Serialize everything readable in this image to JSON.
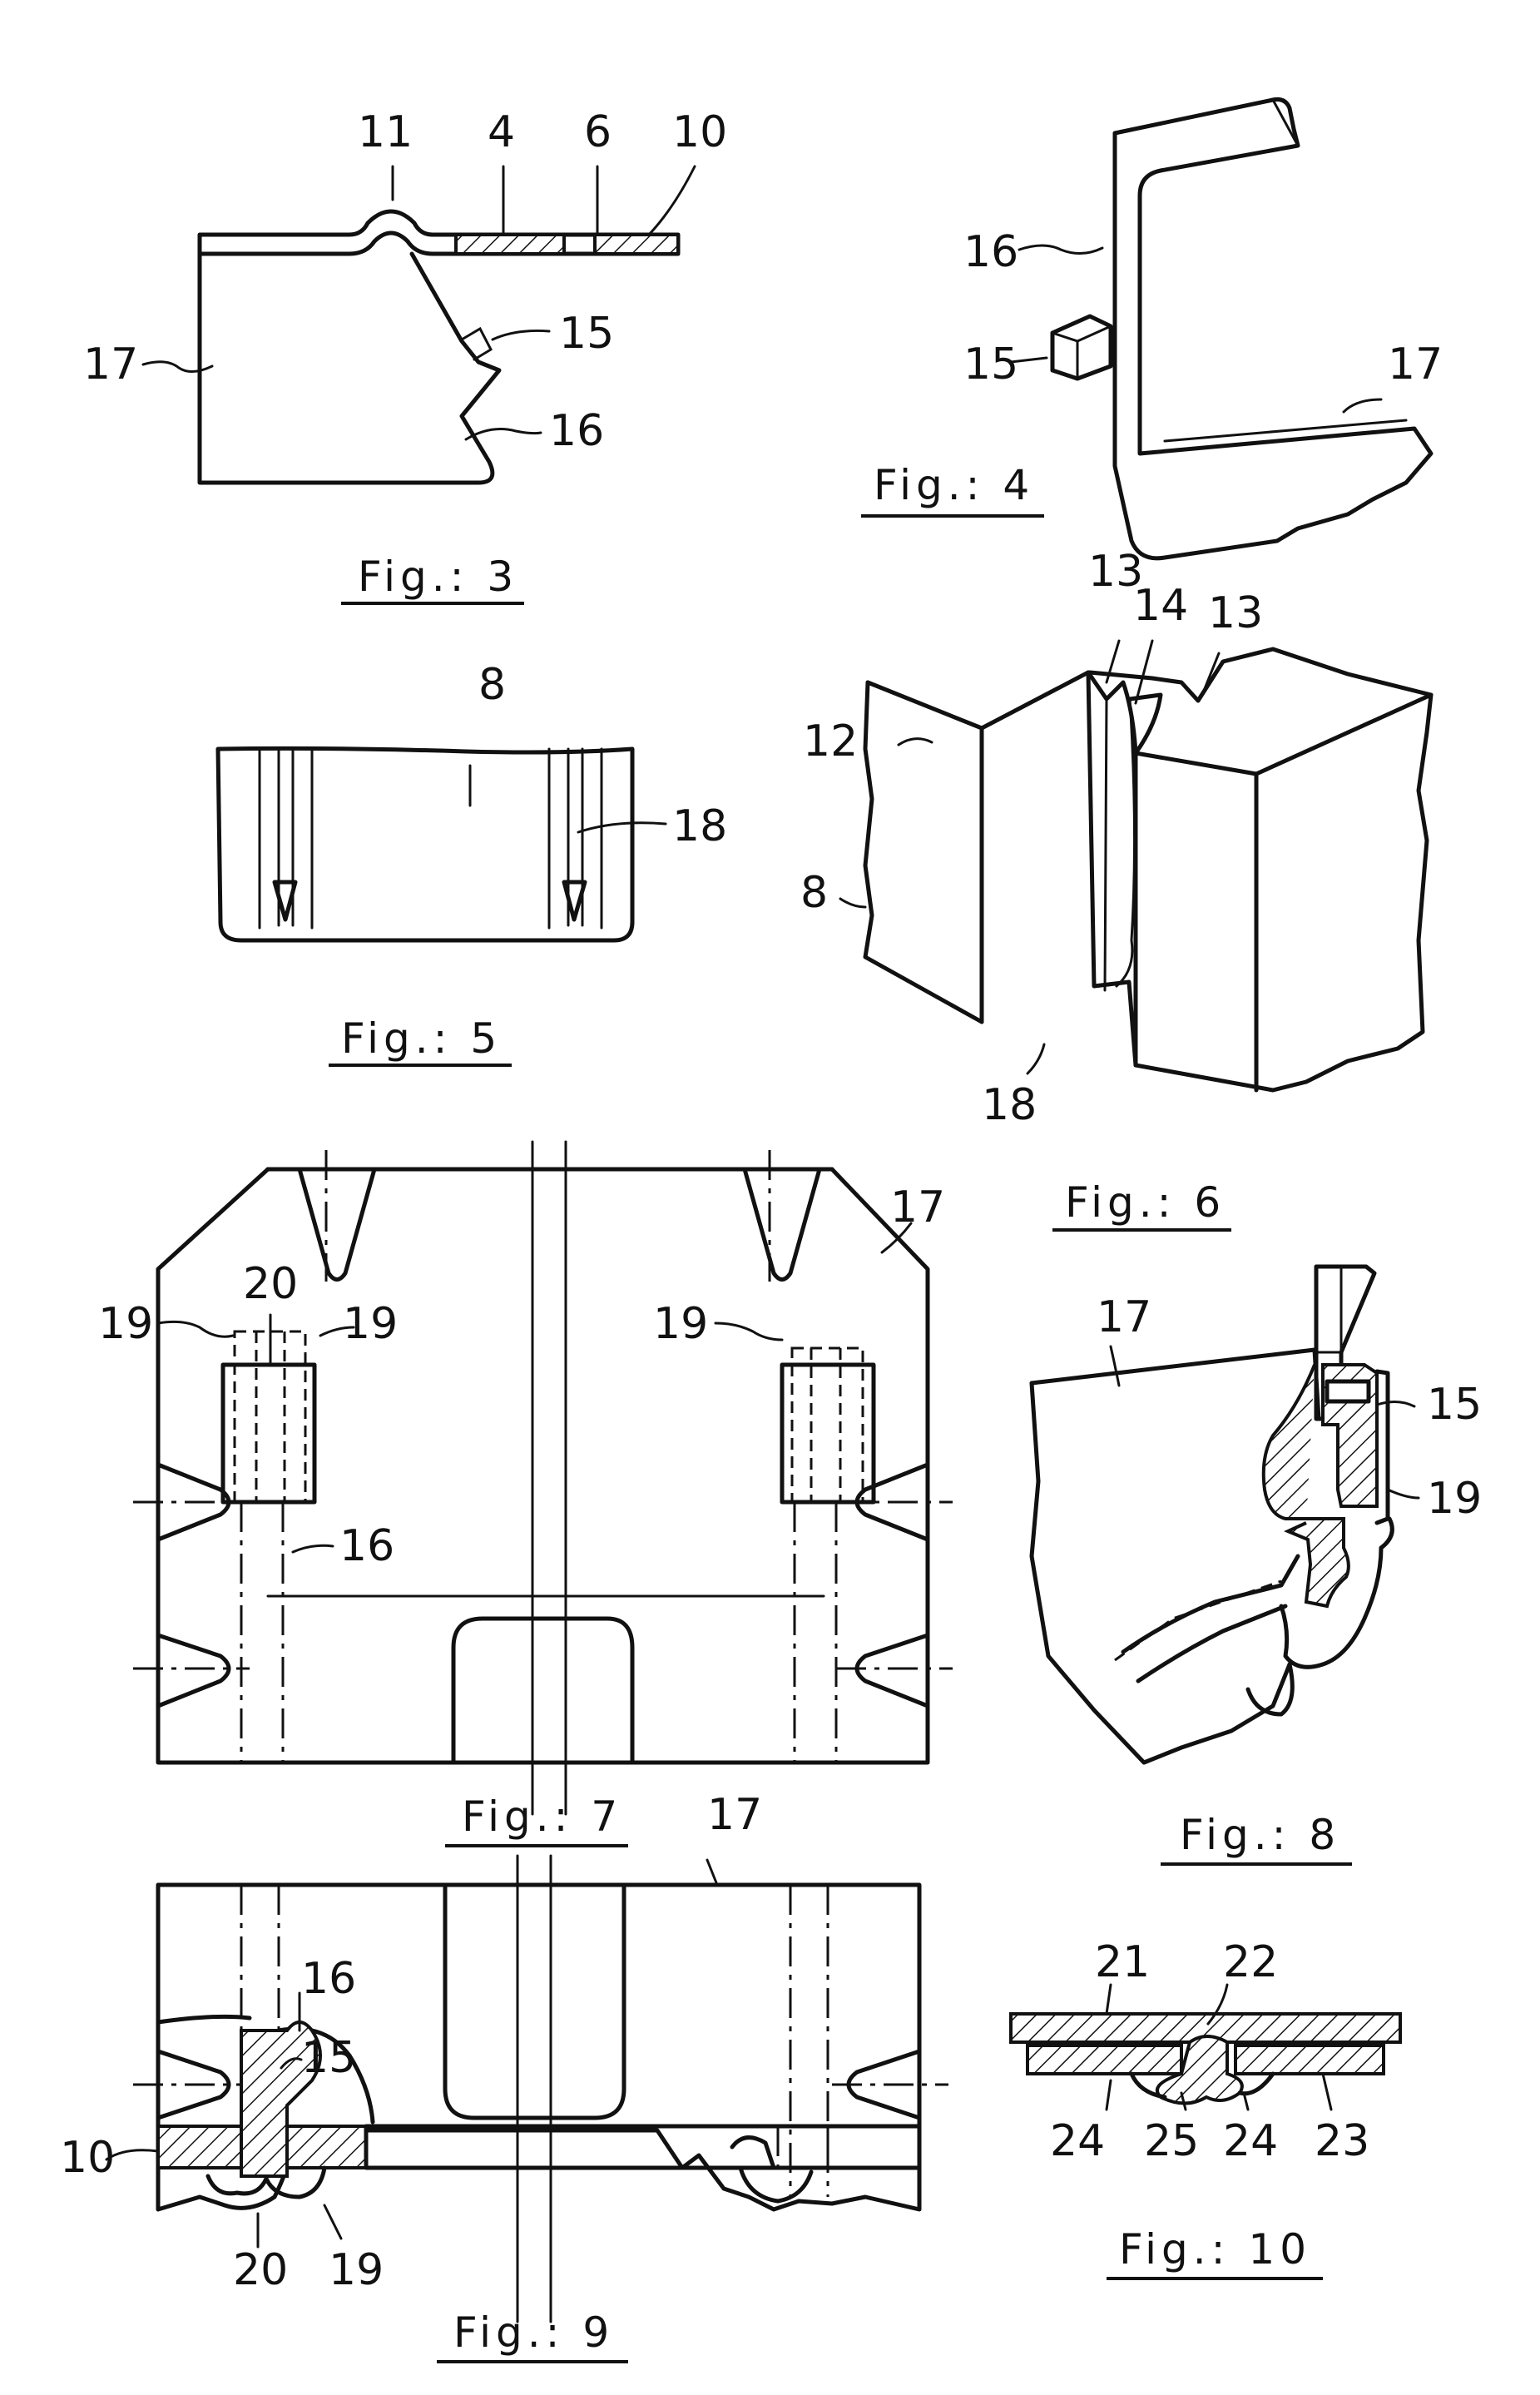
{
  "figures": {
    "fig3": {
      "caption": "Fig.: 3",
      "labels": {
        "n11": "11",
        "n4": "4",
        "n6": "6",
        "n10": "10",
        "n17": "17",
        "n15": "15",
        "n16": "16"
      }
    },
    "fig4": {
      "caption": "Fig.: 4",
      "labels": {
        "n16": "16",
        "n15": "15",
        "n17": "17"
      }
    },
    "fig5": {
      "caption": "Fig.: 5",
      "labels": {
        "n8": "8",
        "n18": "18"
      }
    },
    "fig6": {
      "caption": "Fig.: 6",
      "labels": {
        "n13a": "13",
        "n14": "14",
        "n13b": "13",
        "n12": "12",
        "n8": "8",
        "n18": "18"
      }
    },
    "fig7": {
      "caption": "Fig.: 7",
      "labels": {
        "n17": "17",
        "n20": "20",
        "n19a": "19",
        "n19b": "19",
        "n19c": "19",
        "n16": "16"
      }
    },
    "fig8": {
      "caption": "Fig.: 8",
      "labels": {
        "n17": "17",
        "n15": "15",
        "n19": "19"
      }
    },
    "fig9": {
      "caption": "Fig.: 9",
      "labels": {
        "n17": "17",
        "n16": "16",
        "n15": "15",
        "n10": "10",
        "n20": "20",
        "n19": "19"
      }
    },
    "fig10": {
      "caption": "Fig.: 10",
      "labels": {
        "n21": "21",
        "n22": "22",
        "n24a": "24",
        "n25": "25",
        "n24b": "24",
        "n23": "23"
      }
    }
  }
}
